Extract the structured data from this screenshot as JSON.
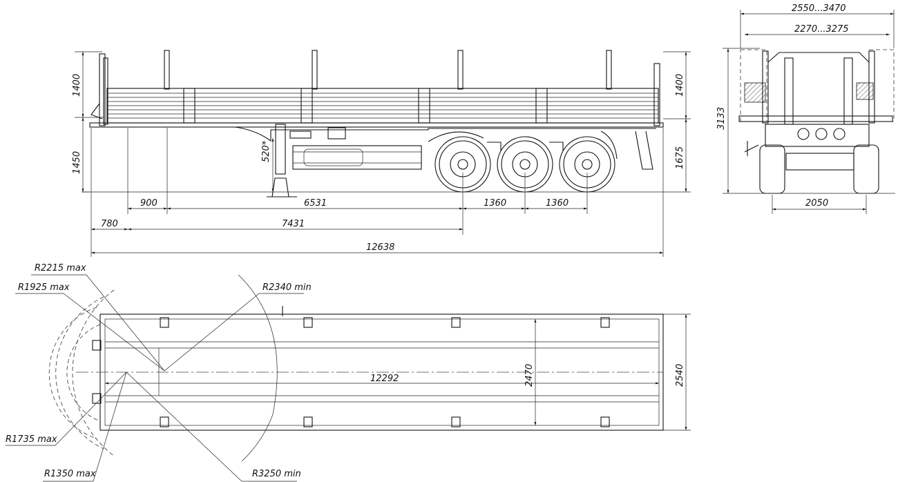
{
  "side_view": {
    "dims": {
      "stake_height_left": "1400",
      "stake_height_right": "1400",
      "platform_height": "1450",
      "coupling_height": "1675",
      "leg_offset": "520*",
      "d900": "900",
      "d6531": "6531",
      "axle1": "1360",
      "axle2": "1360",
      "d780": "780",
      "d7431": "7431",
      "overall_length": "12638"
    }
  },
  "rear_view": {
    "dims": {
      "overall_width": "2550...3470",
      "inner_width": "2270...3275",
      "overall_height": "3133",
      "track": "2050"
    }
  },
  "plan_view": {
    "dims": {
      "r2215": "R2215 max",
      "r1925": "R1925 max",
      "r2340": "R2340 min",
      "r1735": "R1735 max",
      "r1350": "R1350  max",
      "r3250": "R3250 min",
      "platform_length": "12292",
      "inner_width": "2470",
      "outer_width": "2540"
    }
  }
}
